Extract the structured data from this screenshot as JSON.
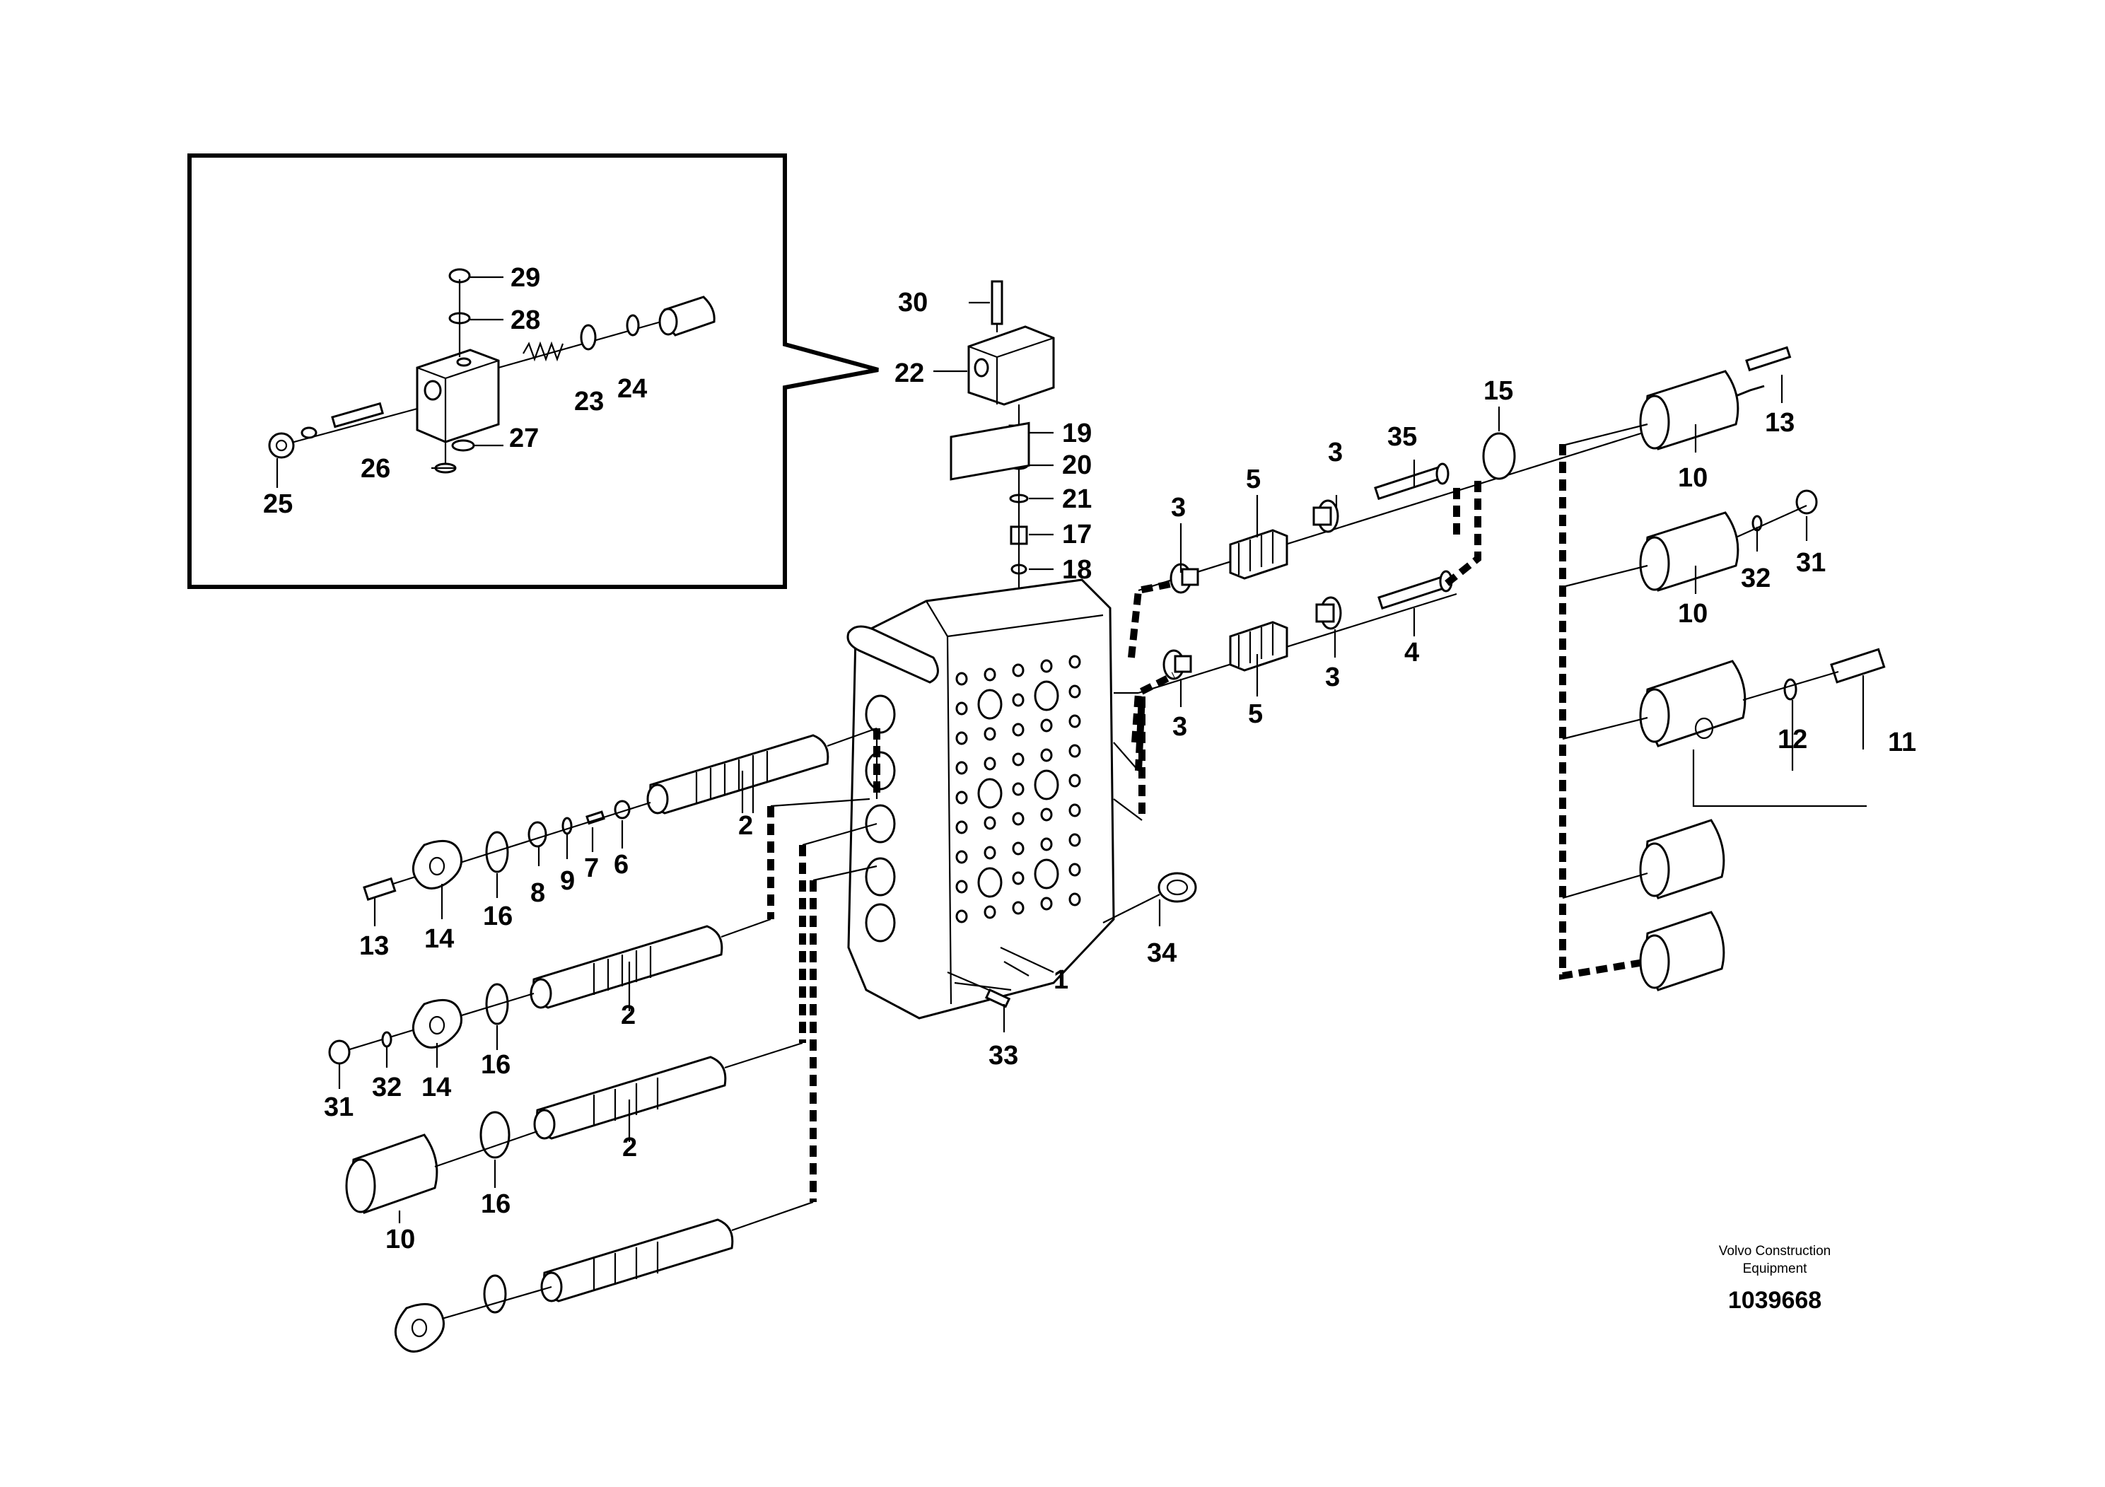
{
  "callouts": {
    "c1": "1",
    "c2a": "2",
    "c2b": "2",
    "c2c": "2",
    "c3a": "3",
    "c3b": "3",
    "c3c": "3",
    "c3d": "3",
    "c4": "4",
    "c5a": "5",
    "c5b": "5",
    "c6": "6",
    "c7": "7",
    "c8": "8",
    "c9": "9",
    "c10a": "10",
    "c10b": "10",
    "c10c": "10",
    "c11": "11",
    "c12": "12",
    "c13a": "13",
    "c13b": "13",
    "c14a": "14",
    "c14b": "14",
    "c15": "15",
    "c16a": "16",
    "c16b": "16",
    "c16c": "16",
    "c17": "17",
    "c18": "18",
    "c19": "19",
    "c20": "20",
    "c21": "21",
    "c22": "22",
    "c23": "23",
    "c24": "24",
    "c25": "25",
    "c26": "26",
    "c27": "27",
    "c28": "28",
    "c29": "29",
    "c30": "30",
    "c31a": "31",
    "c31b": "31",
    "c32a": "32",
    "c32b": "32",
    "c33": "33",
    "c34": "34",
    "c35": "35"
  },
  "credit": {
    "line1": "Volvo Construction",
    "line2": "Equipment"
  },
  "doc_number": "1039668"
}
